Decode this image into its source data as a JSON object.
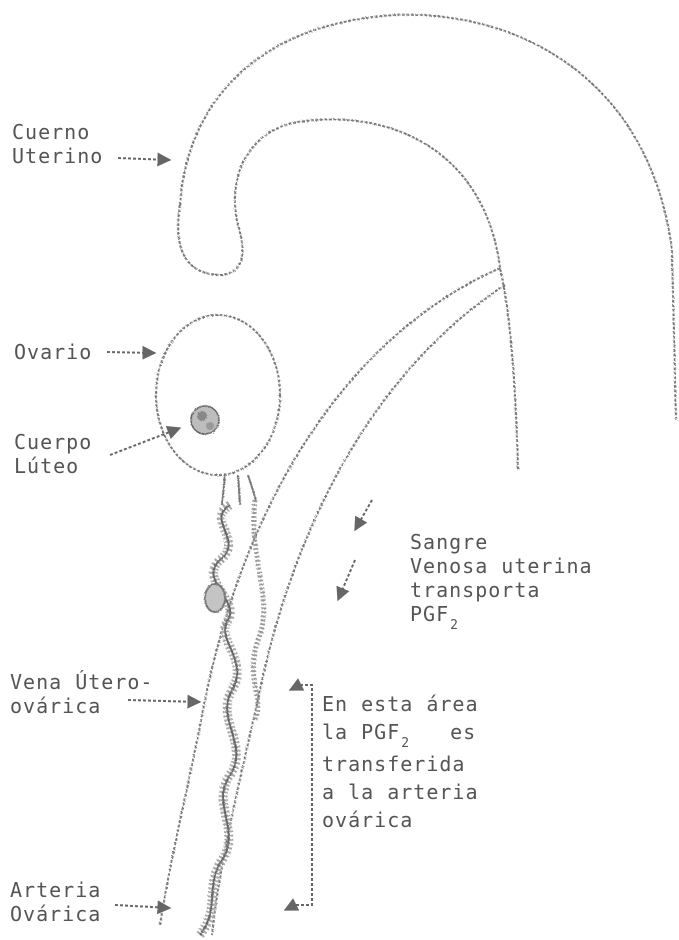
{
  "labels": {
    "cuerno_line1": "Cuerno",
    "cuerno_line2": "Uterino",
    "ovario": "Ovario",
    "cuerpo_line1": "Cuerpo",
    "cuerpo_line2": "Lúteo",
    "sangre_line1": "Sangre",
    "sangre_line2": "Venosa uterina",
    "sangre_line3": "transporta",
    "sangre_line4_text": "PGF",
    "sangre_line4_sub": "2",
    "vena_line1": "Vena Útero-",
    "vena_line2": "ovárica",
    "area_line1": "En esta área",
    "area_line2_a": "la PGF",
    "area_line2_sub": "2",
    "area_line2_b": "es",
    "area_line3": "transferida",
    "area_line4": "a la arteria",
    "area_line5": "ovárica",
    "arteria_line1": "Arteria",
    "arteria_line2": "Ovárica"
  },
  "colors": {
    "ink": "#555555",
    "stipple": "#8a8a8a"
  }
}
